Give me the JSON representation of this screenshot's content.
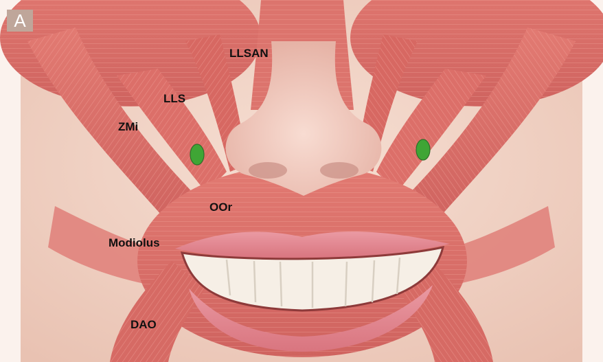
{
  "figure": {
    "panel_letter": "A",
    "labels": {
      "llsan": "LLSAN",
      "lls": "LLS",
      "zmi": "ZMi",
      "oor": "OOr",
      "modiolus": "Modiolus",
      "dao": "DAO"
    },
    "markers": [
      {
        "side": "left",
        "color": "#3fa535"
      },
      {
        "side": "right",
        "color": "#3fa535"
      }
    ],
    "colors": {
      "muscle": "#d9716b",
      "muscle_dark": "#b9514e",
      "skin": "#f1d3c6",
      "lips": "#e48f99",
      "teeth": "#f4efe4",
      "marker": "#3fa535"
    }
  }
}
